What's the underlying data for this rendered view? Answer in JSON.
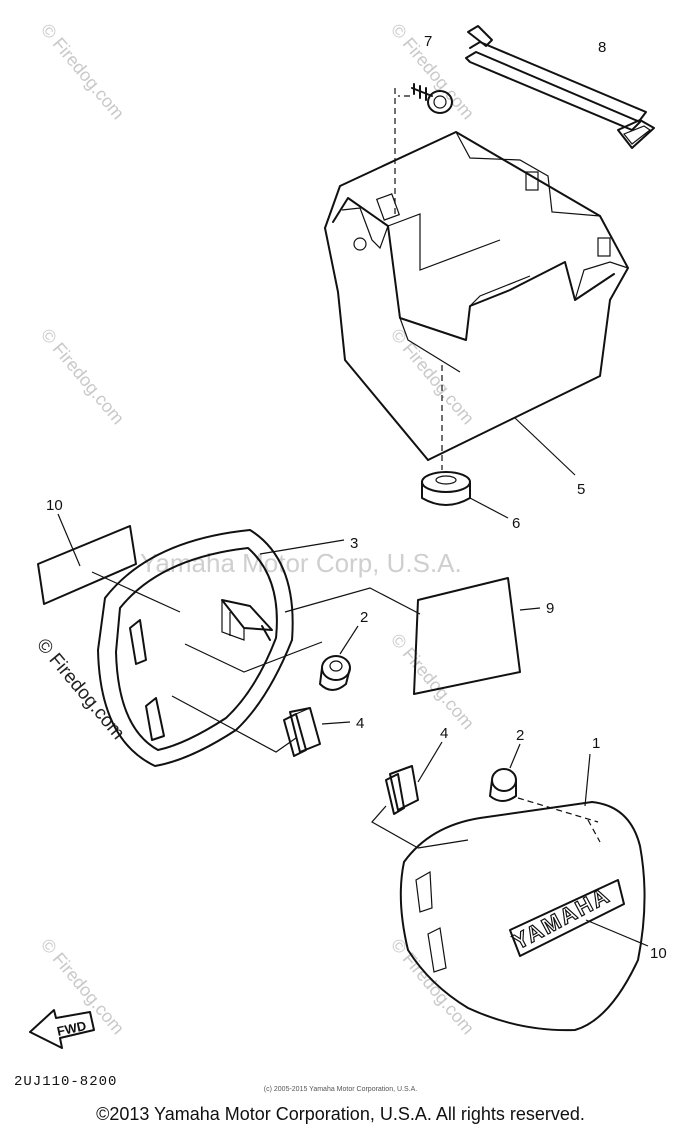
{
  "watermark": {
    "text": "© Firedog.com",
    "center_text": "Yamaha Motor Corp, U.S.A."
  },
  "callouts": {
    "c1": "1",
    "c2a": "2",
    "c2b": "2",
    "c3": "3",
    "c4a": "4",
    "c4b": "4",
    "c5": "5",
    "c6": "6",
    "c7": "7",
    "c8": "8",
    "c9": "9",
    "c10a": "10",
    "c10b": "10"
  },
  "emblem_text": "YAMAHA",
  "fwd_text": "FWD",
  "diagram_code": "2UJ110-8200",
  "small_copyright": "(c) 2005-2015 Yamaha Motor Corporation, U.S.A.",
  "copyright": "©2013 Yamaha Motor Corporation, U.S.A. All rights reserved."
}
